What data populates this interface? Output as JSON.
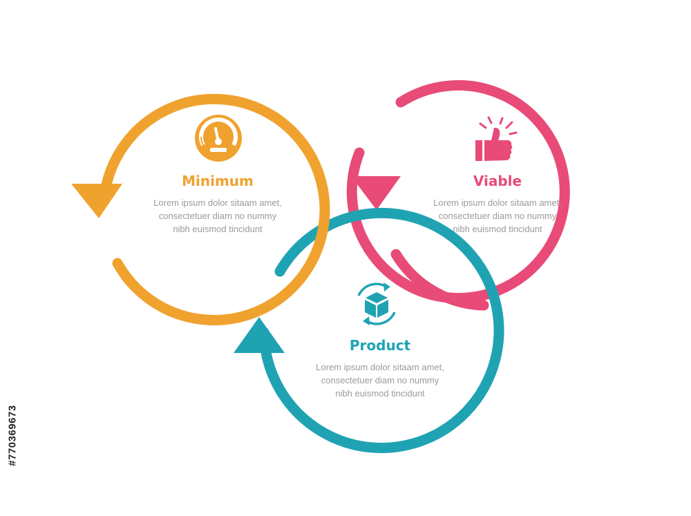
{
  "colors": {
    "minimum": "#F0A22E",
    "viable": "#E84B77",
    "product": "#1FA3B3",
    "body_text": "#9A9A9A"
  },
  "items": [
    {
      "key": "minimum",
      "title": "Minimum",
      "icon": "speedometer-icon",
      "lines": [
        "Lorem ipsum dolor sitaam amet,",
        "consectetuer diam no nummy",
        "nibh euismod tincidunt"
      ]
    },
    {
      "key": "viable",
      "title": "Viable",
      "icon": "thumbs-up-icon",
      "lines": [
        "Lorem ipsum dolor sitaam amet,",
        "consectetuer diam no nummy",
        "nibh euismod tincidunt"
      ]
    },
    {
      "key": "product",
      "title": "Product",
      "icon": "product-cycle-icon",
      "lines": [
        "Lorem ipsum dolor sitaam amet,",
        "consectetuer diam no nummy",
        "nibh euismod tincidunt"
      ]
    }
  ],
  "stock_id": "#770369673"
}
